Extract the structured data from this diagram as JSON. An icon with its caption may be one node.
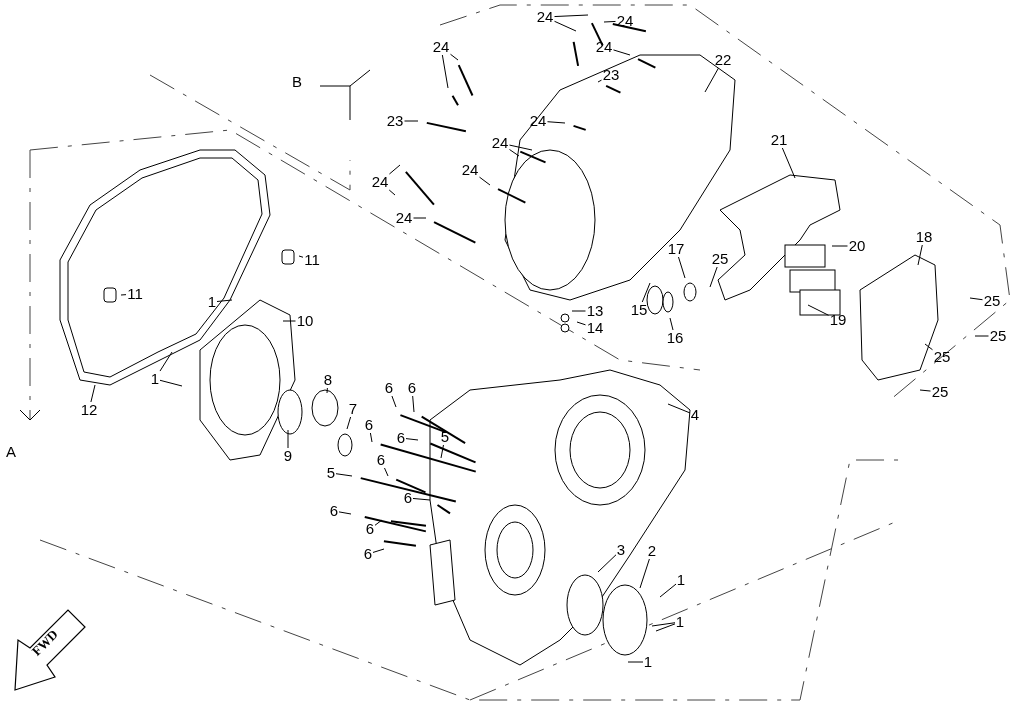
{
  "diagram": {
    "nodes": [
      {
        "text": [
          "24"
        ]
      },
      {
        "text": [
          "24"
        ]
      },
      {
        "text": [
          "24"
        ]
      },
      {
        "text": [
          "24"
        ]
      },
      {
        "text": [
          "23"
        ]
      },
      {
        "text": [
          "22"
        ]
      },
      {
        "text": [
          "23"
        ]
      },
      {
        "text": [
          "24"
        ]
      },
      {
        "text": [
          "24"
        ]
      },
      {
        "text": [
          "24"
        ]
      },
      {
        "text": [
          "24"
        ]
      },
      {
        "text": [
          "24"
        ]
      },
      {
        "text": [
          "21"
        ]
      },
      {
        "text": [
          "20"
        ]
      },
      {
        "text": [
          "18"
        ]
      },
      {
        "text": [
          "17"
        ]
      },
      {
        "text": [
          "11"
        ]
      },
      {
        "text": [
          "25"
        ]
      },
      {
        "text": [
          "11"
        ]
      },
      {
        "text": [
          "25"
        ]
      },
      {
        "text": [
          "1"
        ]
      },
      {
        "text": [
          "15"
        ]
      },
      {
        "text": [
          "13"
        ]
      },
      {
        "text": [
          "19"
        ]
      },
      {
        "text": [
          "10"
        ]
      },
      {
        "text": [
          "16"
        ]
      },
      {
        "text": [
          "14"
        ]
      },
      {
        "text": [
          "25"
        ]
      },
      {
        "text": [
          "25"
        ]
      },
      {
        "text": [
          "1"
        ]
      },
      {
        "text": [
          "8"
        ]
      },
      {
        "text": [
          "6"
        ]
      },
      {
        "text": [
          "6"
        ]
      },
      {
        "text": [
          "25"
        ]
      },
      {
        "text": [
          "7"
        ]
      },
      {
        "text": [
          "12"
        ]
      },
      {
        "text": [
          "4"
        ]
      },
      {
        "text": [
          "6"
        ]
      },
      {
        "text": [
          "6"
        ]
      },
      {
        "text": [
          "5"
        ]
      },
      {
        "text": [
          "9"
        ]
      },
      {
        "text": [
          "6"
        ]
      },
      {
        "text": [
          "5"
        ]
      },
      {
        "text": [
          "6"
        ]
      },
      {
        "text": [
          "6"
        ]
      },
      {
        "text": [
          "6"
        ]
      },
      {
        "text": [
          "3"
        ]
      },
      {
        "text": [
          "6"
        ]
      },
      {
        "text": [
          "2"
        ]
      },
      {
        "text": [
          "1"
        ]
      },
      {
        "text": [
          "1"
        ]
      },
      {
        "text": [
          "1"
        ]
      }
    ],
    "edges": [
      {
        "from": 0,
        "to": null,
        "arrow": "none"
      },
      {
        "from": 0,
        "to": null,
        "arrow": "none"
      },
      {
        "from": 1,
        "to": null,
        "arrow": "none"
      },
      {
        "from": 2,
        "to": null,
        "arrow": "none"
      },
      {
        "from": 2,
        "to": null,
        "arrow": "none"
      },
      {
        "from": 3,
        "to": null,
        "arrow": "none"
      },
      {
        "from": 4,
        "to": null,
        "arrow": "none"
      },
      {
        "from": 5,
        "to": null,
        "arrow": "none"
      },
      {
        "from": 6,
        "to": null,
        "arrow": "none"
      },
      {
        "from": 7,
        "to": null,
        "arrow": "none"
      },
      {
        "from": 8,
        "to": null,
        "arrow": "none"
      },
      {
        "from": 8,
        "to": null,
        "arrow": "none"
      },
      {
        "from": 9,
        "to": null,
        "arrow": "none"
      },
      {
        "from": 10,
        "to": null,
        "arrow": "none"
      },
      {
        "from": 10,
        "to": null,
        "arrow": "none"
      },
      {
        "from": 11,
        "to": null,
        "arrow": "none"
      },
      {
        "from": 12,
        "to": null,
        "arrow": "none"
      },
      {
        "from": 13,
        "to": null,
        "arrow": "none"
      },
      {
        "from": 14,
        "to": null,
        "arrow": "none"
      },
      {
        "from": 15,
        "to": null,
        "arrow": "none"
      },
      {
        "from": 16,
        "to": null,
        "arrow": "none"
      },
      {
        "from": 17,
        "to": null,
        "arrow": "none"
      },
      {
        "from": 18,
        "to": null,
        "arrow": "none"
      },
      {
        "from": 19,
        "to": null,
        "arrow": "none"
      },
      {
        "from": 20,
        "to": null,
        "arrow": "none"
      },
      {
        "from": 21,
        "to": null,
        "arrow": "none"
      },
      {
        "from": 22,
        "to": null,
        "arrow": "none"
      },
      {
        "from": 23,
        "to": null,
        "arrow": "none"
      },
      {
        "from": 24,
        "to": null,
        "arrow": "none"
      },
      {
        "from": 25,
        "to": null,
        "arrow": "none"
      },
      {
        "from": 26,
        "to": null,
        "arrow": "none"
      },
      {
        "from": 27,
        "to": null,
        "arrow": "none"
      },
      {
        "from": 28,
        "to": null,
        "arrow": "none"
      },
      {
        "from": 29,
        "to": null,
        "arrow": "none"
      },
      {
        "from": 29,
        "to": null,
        "arrow": "none"
      },
      {
        "from": 30,
        "to": null,
        "arrow": "none"
      },
      {
        "from": 31,
        "to": null,
        "arrow": "none"
      },
      {
        "from": 32,
        "to": null,
        "arrow": "none"
      },
      {
        "from": 33,
        "to": null,
        "arrow": "none"
      },
      {
        "from": 34,
        "to": null,
        "arrow": "none"
      },
      {
        "from": 35,
        "to": null,
        "arrow": "none"
      },
      {
        "from": 36,
        "to": null,
        "arrow": "none"
      },
      {
        "from": 37,
        "to": null,
        "arrow": "none"
      },
      {
        "from": 38,
        "to": null,
        "arrow": "none"
      },
      {
        "from": 39,
        "to": null,
        "arrow": "none"
      },
      {
        "from": 40,
        "to": null,
        "arrow": "none"
      },
      {
        "from": 41,
        "to": null,
        "arrow": "none"
      },
      {
        "from": 42,
        "to": null,
        "arrow": "none"
      },
      {
        "from": 43,
        "to": null,
        "arrow": "none"
      },
      {
        "from": 44,
        "to": null,
        "arrow": "none"
      },
      {
        "from": 45,
        "to": null,
        "arrow": "none"
      },
      {
        "from": 46,
        "to": null,
        "arrow": "none"
      },
      {
        "from": 47,
        "to": null,
        "arrow": "none"
      },
      {
        "from": 48,
        "to": null,
        "arrow": "none"
      },
      {
        "from": 49,
        "to": null,
        "arrow": "none"
      },
      {
        "from": 50,
        "to": null,
        "arrow": "none"
      },
      {
        "from": 50,
        "to": null,
        "arrow": "none"
      },
      {
        "from": 51,
        "to": null,
        "arrow": "none"
      }
    ],
    "labels": [
      "B",
      "A",
      "FWD"
    ]
  }
}
